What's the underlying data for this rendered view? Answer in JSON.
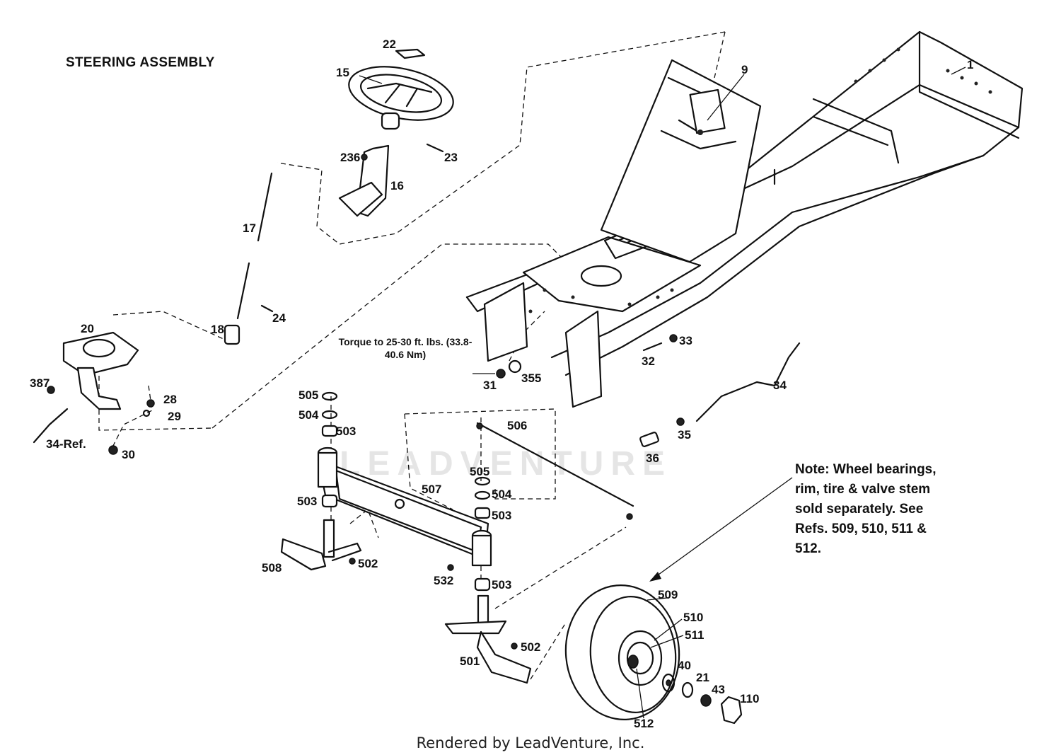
{
  "title": "STEERING ASSEMBLY",
  "torque_note": "Torque to 25-30 ft. lbs. (33.8-40.6 Nm)",
  "note": "Note: Wheel bearings, rim, tire & valve stem sold separately. See Refs. 509, 510, 511 & 512.",
  "watermark": "LEADVENTURE",
  "footer": "Rendered by LeadVenture, Inc.",
  "callouts": {
    "c1": "1",
    "c9": "9",
    "c15": "15",
    "c16": "16",
    "c17": "17",
    "c18": "18",
    "c20": "20",
    "c21": "21",
    "c22": "22",
    "c23": "23",
    "c24": "24",
    "c28": "28",
    "c29": "29",
    "c30": "30",
    "c31": "31",
    "c32": "32",
    "c33": "33",
    "c34": "34",
    "c34ref": "34-Ref.",
    "c35": "35",
    "c36": "36",
    "c40": "40",
    "c43": "43",
    "c110": "110",
    "c236": "236",
    "c355": "355",
    "c387": "387",
    "c501": "501",
    "c502a": "502",
    "c502b": "502",
    "c503a": "503",
    "c503b": "503",
    "c503c": "503",
    "c503d": "503",
    "c504a": "504",
    "c504b": "504",
    "c505a": "505",
    "c505b": "505",
    "c506": "506",
    "c507": "507",
    "c508": "508",
    "c509": "509",
    "c510": "510",
    "c511": "511",
    "c512": "512",
    "c532": "532"
  }
}
